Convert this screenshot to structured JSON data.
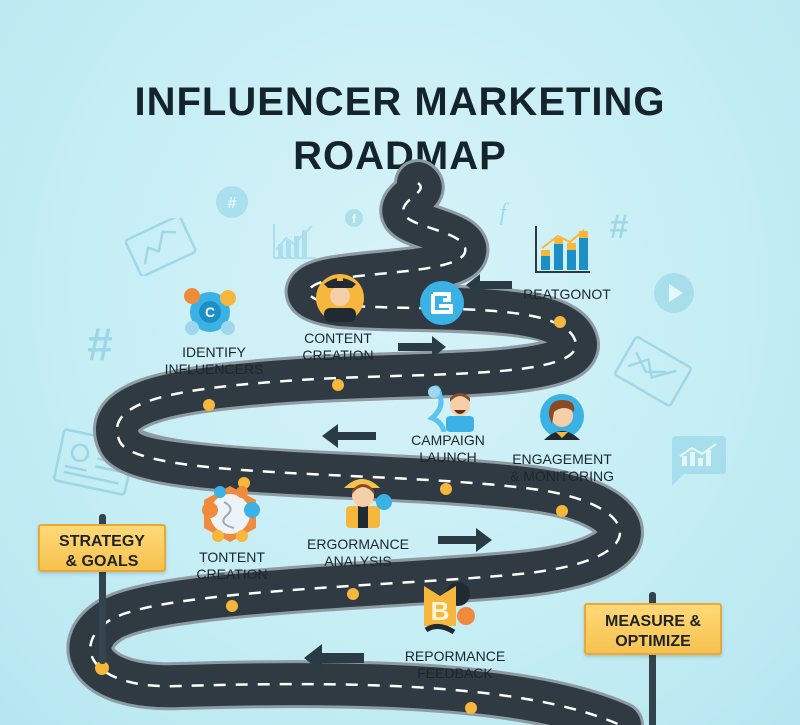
{
  "title": {
    "line1": "INFLUENCER MARKETING",
    "line2": "ROADMAP"
  },
  "colors": {
    "background": "#c6eef5",
    "road": "#2f3a42",
    "road_edge": "#9aa6ad",
    "marker": "#f6b73c",
    "sign": "#f6c24f",
    "text": "#15232b",
    "accent_blue": "#3ab2e6"
  },
  "steps": [
    {
      "id": "identify-influencers",
      "line1": "IDENTIFY",
      "line2": "INFLUENCERS",
      "icon": "network-hub-icon"
    },
    {
      "id": "content-creation",
      "line1": "CONTENT",
      "line2": "CREATION",
      "icon": "officer-avatar-icon"
    },
    {
      "id": "reatgonot",
      "line1": "REATGONOT",
      "line2": "",
      "icon": "bar-chart-icon"
    },
    {
      "id": "campaign-launch",
      "line1": "CAMPAIGN",
      "line2": "LAUNCH",
      "icon": "man-avatar-icon"
    },
    {
      "id": "engagement-monitoring",
      "line1": "ENGAGEMENT",
      "line2": "& MONITORING",
      "icon": "woman-avatar-icon"
    },
    {
      "id": "tontent-creation",
      "line1": "TONTENT",
      "line2": "CREATION",
      "icon": "hexagon-hub-icon"
    },
    {
      "id": "ergormance-analysis",
      "line1": "ERGORMANCE",
      "line2": "ANALYSIS",
      "icon": "analyst-avatar-icon"
    },
    {
      "id": "repormance-feedback",
      "line1": "REPORMANCE",
      "line2": "FEEDBACK",
      "icon": "b-badge-icon"
    }
  ],
  "signs": {
    "start": {
      "line1": "STRATEGY",
      "line2": "& GOALS"
    },
    "end": {
      "line1": "MEASURE &",
      "line2": "OPTIMIZE"
    }
  },
  "badge_letter": "B"
}
